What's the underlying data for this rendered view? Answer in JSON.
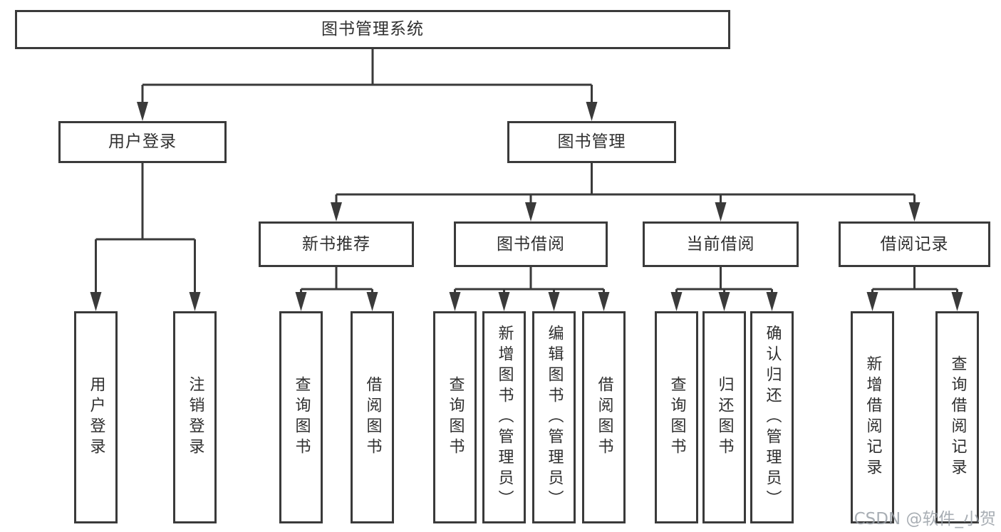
{
  "diagram": {
    "title": "图书管理系统",
    "watermark": "CSDN @软件_小贺同学",
    "colors": {
      "line": "#3a3a3a",
      "box_border": "#3a3a3a",
      "text": "#2f2f2f",
      "background": "#ffffff",
      "watermark": "#9aa0a7"
    },
    "nodes": [
      {
        "id": "root",
        "label": "图书管理系统",
        "parent": null,
        "orientation": "horizontal"
      },
      {
        "id": "user-login",
        "label": "用户登录",
        "parent": "root",
        "orientation": "horizontal"
      },
      {
        "id": "book-mgmt",
        "label": "图书管理",
        "parent": "root",
        "orientation": "horizontal"
      },
      {
        "id": "login-leaf",
        "label": "用户登录",
        "parent": "user-login",
        "orientation": "vertical"
      },
      {
        "id": "logout-leaf",
        "label": "注销登录",
        "parent": "user-login",
        "orientation": "vertical"
      },
      {
        "id": "new-book-rec",
        "label": "新书推荐",
        "parent": "book-mgmt",
        "orientation": "horizontal"
      },
      {
        "id": "book-borrow",
        "label": "图书借阅",
        "parent": "book-mgmt",
        "orientation": "horizontal"
      },
      {
        "id": "current-borrow",
        "label": "当前借阅",
        "parent": "book-mgmt",
        "orientation": "horizontal"
      },
      {
        "id": "borrow-records",
        "label": "借阅记录",
        "parent": "book-mgmt",
        "orientation": "horizontal"
      },
      {
        "id": "query-books-rec",
        "label": "查询图书",
        "parent": "new-book-rec",
        "orientation": "vertical"
      },
      {
        "id": "borrow-books-rec",
        "label": "借阅图书",
        "parent": "new-book-rec",
        "orientation": "vertical"
      },
      {
        "id": "query-books-borrow",
        "label": "查询图书",
        "parent": "book-borrow",
        "orientation": "vertical"
      },
      {
        "id": "add-books-admin",
        "label": "新增图书（管理员）",
        "parent": "book-borrow",
        "orientation": "vertical"
      },
      {
        "id": "edit-books-admin",
        "label": "编辑图书（管理员）",
        "parent": "book-borrow",
        "orientation": "vertical"
      },
      {
        "id": "borrow-books",
        "label": "借阅图书",
        "parent": "book-borrow",
        "orientation": "vertical"
      },
      {
        "id": "query-books-current",
        "label": "查询图书",
        "parent": "current-borrow",
        "orientation": "vertical"
      },
      {
        "id": "return-books",
        "label": "归还图书",
        "parent": "current-borrow",
        "orientation": "vertical"
      },
      {
        "id": "confirm-return-admin",
        "label": "确认归还（管理员）",
        "parent": "current-borrow",
        "orientation": "vertical"
      },
      {
        "id": "add-borrow-record",
        "label": "新增借阅记录",
        "parent": "borrow-records",
        "orientation": "vertical"
      },
      {
        "id": "query-borrow-record",
        "label": "查询借阅记录",
        "parent": "borrow-records",
        "orientation": "vertical"
      }
    ]
  }
}
